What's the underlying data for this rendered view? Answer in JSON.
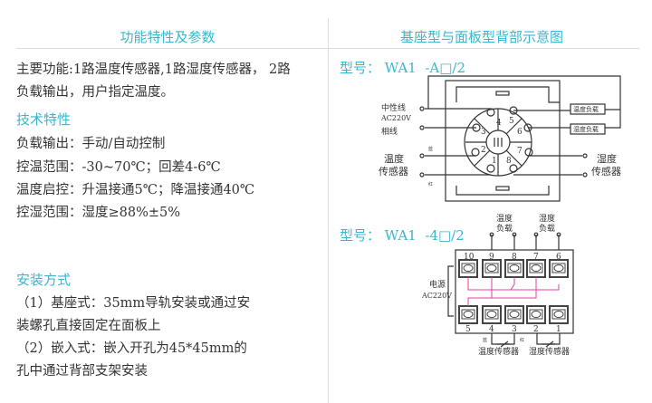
{
  "left": {
    "heading": "功能特性及参数",
    "intro_line1": "主要功能:1路温度传感器,1路湿度传感器， 2路",
    "intro_line2": "负载输出，用户指定温度。",
    "tech_heading": "技术特性",
    "tech": [
      "负载输出：手动/自动控制",
      "控温范围：-30~70℃；回差4-6℃",
      "温度启控：升温接通5℃；降温接通40℃",
      "控湿范围：湿度≥88%±5%"
    ],
    "install_heading": "安装方式",
    "install": [
      "（1）基座式：35mm导轨安装或通过安",
      "装螺孔直接固定在面板上",
      "（2）嵌入式：嵌入开孔为45*45mm的",
      "孔中通过背部支架安装"
    ]
  },
  "right": {
    "heading": "基座型与面板型背部示意图",
    "diagram1": {
      "model": "型号： WA1  -A□/2",
      "neutral": "中性线",
      "ac": "AC220V",
      "phase": "相线",
      "temp_sensor_1": "温度",
      "temp_sensor_2": "传感器",
      "hum_sensor_1": "湿度",
      "hum_sensor_2": "传感器",
      "blue": "蓝",
      "red": "红",
      "temp_load": "温度负载",
      "hum_load": "湿度负载",
      "pins": [
        "1",
        "2",
        "3",
        "4",
        "5",
        "6",
        "7",
        "8"
      ]
    },
    "diagram2": {
      "model": "型号： WA1  -4□/2",
      "temp_load_1": "温度",
      "temp_load_2": "负载",
      "hum_load_1": "湿度",
      "hum_load_2": "负载",
      "power_1": "电源",
      "power_2": "AC220V",
      "top_pins": [
        "10",
        "9",
        "8",
        "7",
        "6"
      ],
      "bottom_pins": [
        "5",
        "4",
        "3",
        "2",
        "1"
      ],
      "blue": "蓝",
      "red": "红",
      "temp_sensor": "温度传感器",
      "hum_sensor": "湿度传感器"
    }
  },
  "colors": {
    "accent": "#3bb6cf",
    "wire_pink": "#e040a0"
  }
}
